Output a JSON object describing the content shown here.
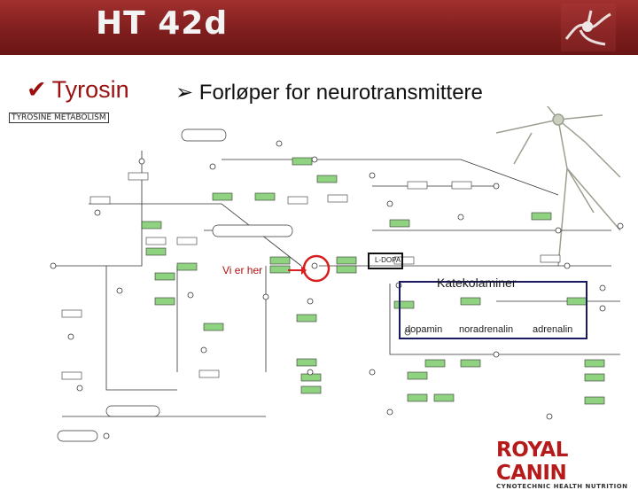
{
  "header": {
    "title": "HT 42d"
  },
  "bullets": {
    "primary": "Tyrosin",
    "secondary": "Forløper for neurotransmittere"
  },
  "diagram": {
    "title": "TYROSINE METABOLISM",
    "annotation": "Vi er her",
    "dopa": "L-DOPA",
    "group_label": "Katekolaminer",
    "products": [
      "dopamin",
      "noradrenalin",
      "adrenalin"
    ]
  },
  "branding": {
    "name": "ROYAL CANIN",
    "tagline": "CYNOTECHNIC HEALTH NUTRITION"
  },
  "colors": {
    "header_bg": "#7d1d1d",
    "accent": "#9b0f0f",
    "enzyme_green": "#8fd27f",
    "brand_red": "#b61a1a"
  },
  "icons": {
    "bullet": "checkmark-icon",
    "arrow": "arrow-right-icon",
    "logo": "neuron-icon"
  }
}
